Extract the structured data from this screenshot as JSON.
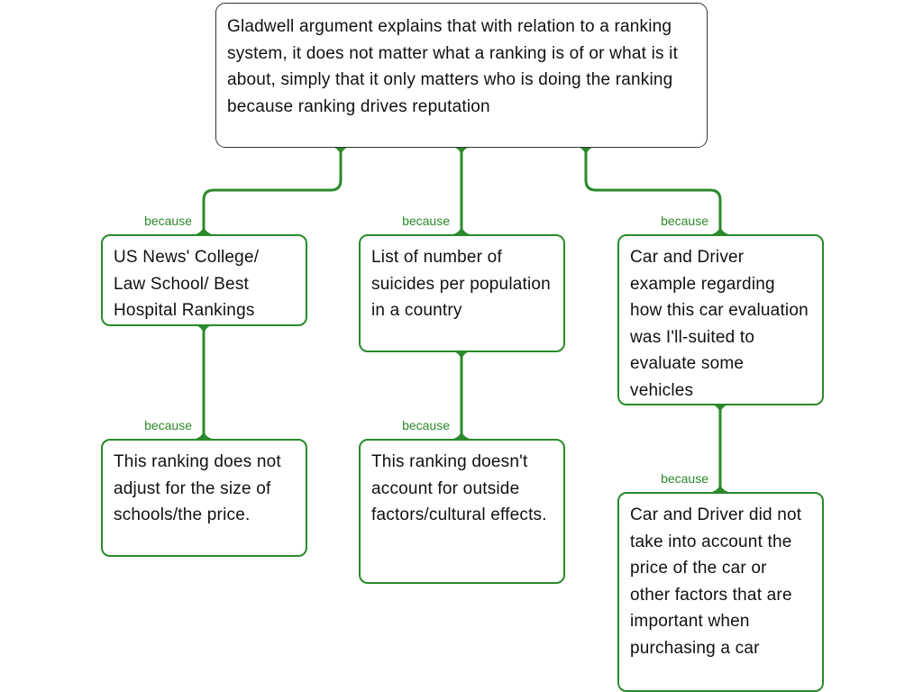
{
  "colors": {
    "accent": "#2a8a2a",
    "root_border": "#333333"
  },
  "root": {
    "text": "Gladwell argument explains that with relation to a ranking system, it does not matter what a ranking is of or what is it about, simply that it only matters who is doing the ranking because ranking drives reputation"
  },
  "branches": [
    {
      "link_label": "because",
      "text": "US News' College/ Law School/ Best Hospital Rankings",
      "child": {
        "link_label": "because",
        "text": "This ranking does not adjust for the size of schools/the price."
      }
    },
    {
      "link_label": "because",
      "text": "List of number of suicides per population in a country",
      "child": {
        "link_label": "because",
        "text": "This ranking doesn't account for outside factors/cultural effects."
      }
    },
    {
      "link_label": "because",
      "text": "Car and Driver example regarding how this car evaluation was I'll-suited to evaluate some vehicles",
      "child": {
        "link_label": "because",
        "text": "Car and Driver did not take into account the price of the car or other factors that are important when purchasing a car"
      }
    }
  ]
}
